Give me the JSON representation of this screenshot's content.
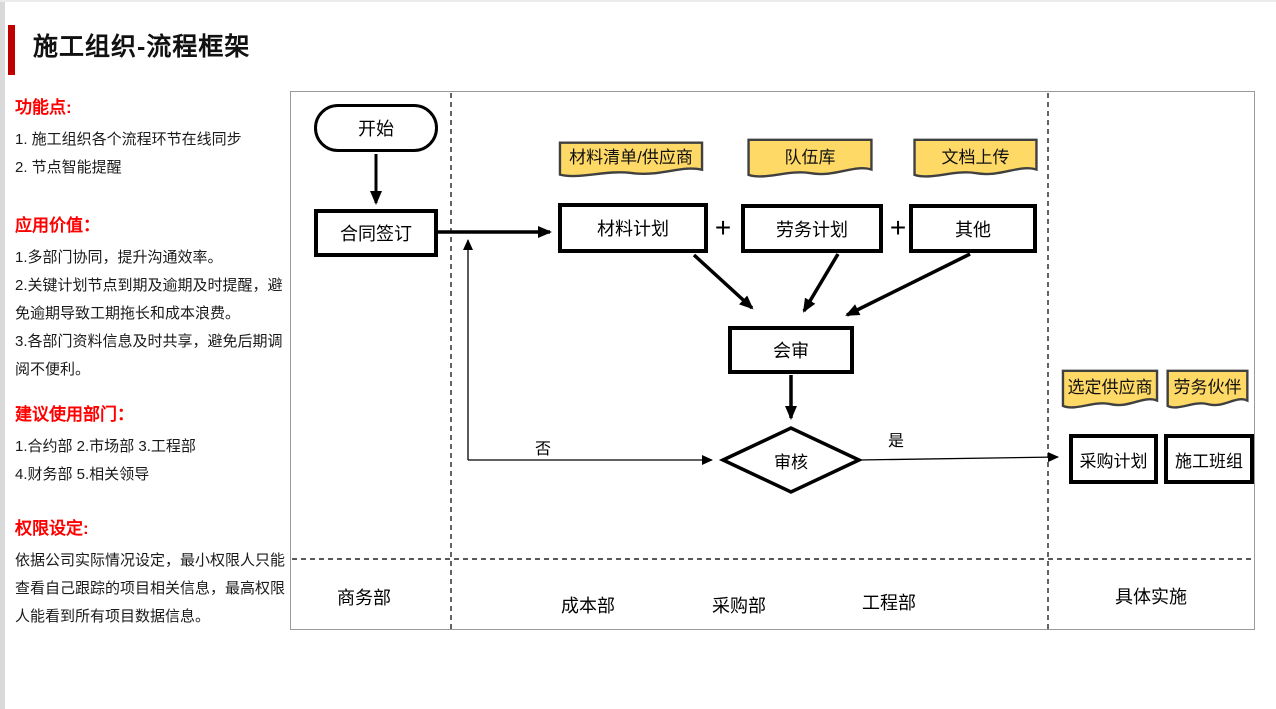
{
  "page": {
    "title": "施工组织-流程框架"
  },
  "colors": {
    "heading_red": "#ff0000",
    "title_bar_red": "#c00000",
    "note_yellow": "#ffd966",
    "note_border": "#404040",
    "line_black": "#000000"
  },
  "sidebar": {
    "sections": [
      {
        "heading": "功能点:",
        "lines": [
          "1. 施工组织各个流程环节在线同步",
          "2. 节点智能提醒"
        ]
      },
      {
        "heading": "应用价值：",
        "lines": [
          "1.多部门协同，提升沟通效率。",
          "2.关键计划节点到期及逾期及时提醒，避免逾期导致工期拖长和成本浪费。",
          "3.各部门资料信息及时共享，避免后期调阅不便利。"
        ]
      },
      {
        "heading": "建议使用部门：",
        "lines": [
          "1.合约部 2.市场部 3.工程部",
          "4.财务部 5.相关领导"
        ]
      },
      {
        "heading": "权限设定:",
        "lines": [
          "依据公司实际情况设定，最小权限人只能查看自己跟踪的项目相关信息，最高权限人能看到所有项目数据信息。"
        ]
      }
    ]
  },
  "flow": {
    "start": "开始",
    "contract": "合同签订",
    "material_plan": "材料计划",
    "labor_plan": "劳务计划",
    "other": "其他",
    "review": "会审",
    "audit": "审核",
    "no": "否",
    "yes": "是",
    "purchase_plan": "采购计划",
    "crew": "施工班组",
    "plus": "+"
  },
  "notes": {
    "material_list": "材料清单/供应商",
    "team_pool": "队伍库",
    "doc_upload": "文档上传",
    "selected_supplier": "选定供应商",
    "labor_partner": "劳务伙伴"
  },
  "lanes": [
    {
      "label": "商务部"
    },
    {
      "label": "成本部"
    },
    {
      "label": "采购部"
    },
    {
      "label": "工程部"
    },
    {
      "label": "具体实施"
    }
  ]
}
